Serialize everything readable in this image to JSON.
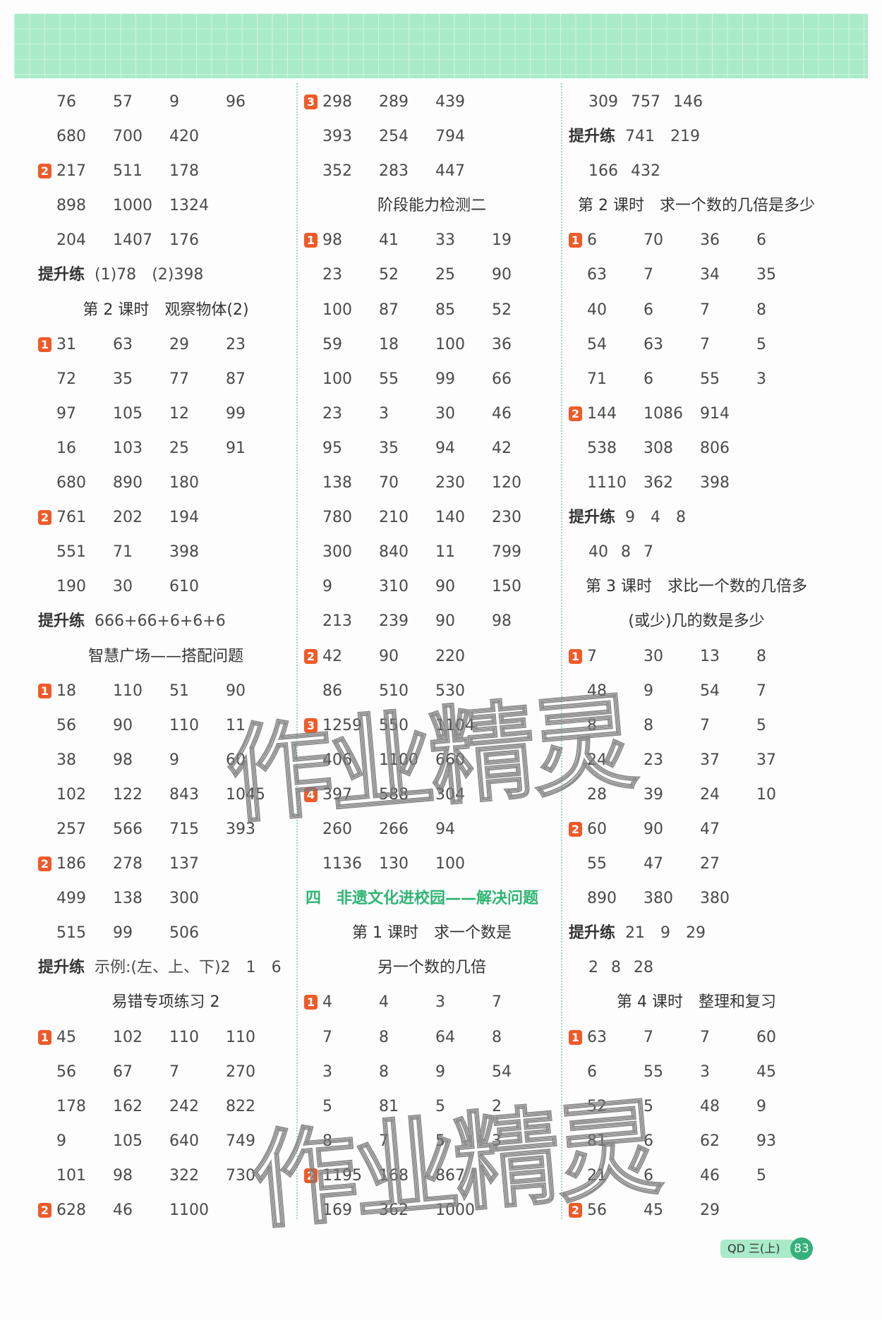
{
  "colors": {
    "header": "#a9ebc8",
    "badge": "#f05a28",
    "section": "#2fb573",
    "page_circle": "#35b07a"
  },
  "watermark": "作业精灵",
  "footer": {
    "tag": "QD 三(上)",
    "page": "83"
  },
  "columns": [
    {
      "rows": [
        {
          "type": "nums",
          "values": [
            "76",
            "57",
            "9",
            "96"
          ]
        },
        {
          "type": "nums",
          "values": [
            "680",
            "700",
            "420"
          ]
        },
        {
          "type": "nums",
          "badge": "2",
          "values": [
            "217",
            "511",
            "178"
          ]
        },
        {
          "type": "nums",
          "values": [
            "898",
            "1000",
            "1324"
          ]
        },
        {
          "type": "nums",
          "values": [
            "204",
            "1407",
            "176"
          ]
        },
        {
          "type": "tisheng",
          "label": "提升练",
          "values": [
            "(1)78",
            "(2)398"
          ]
        },
        {
          "type": "title",
          "text": "第 2 课时　观察物体(2)"
        },
        {
          "type": "nums",
          "badge": "1",
          "values": [
            "31",
            "63",
            "29",
            "23"
          ]
        },
        {
          "type": "nums",
          "values": [
            "72",
            "35",
            "77",
            "87"
          ]
        },
        {
          "type": "nums",
          "values": [
            "97",
            "105",
            "12",
            "99"
          ]
        },
        {
          "type": "nums",
          "values": [
            "16",
            "103",
            "25",
            "91"
          ]
        },
        {
          "type": "nums",
          "values": [
            "680",
            "890",
            "180"
          ]
        },
        {
          "type": "nums",
          "badge": "2",
          "values": [
            "761",
            "202",
            "194"
          ]
        },
        {
          "type": "nums",
          "values": [
            "551",
            "71",
            "398"
          ]
        },
        {
          "type": "nums",
          "values": [
            "190",
            "30",
            "610"
          ]
        },
        {
          "type": "tisheng",
          "label": "提升练",
          "values": [
            "666+66+6+6+6"
          ]
        },
        {
          "type": "title",
          "text": "智慧广场——搭配问题"
        },
        {
          "type": "nums",
          "badge": "1",
          "values": [
            "18",
            "110",
            "51",
            "90"
          ]
        },
        {
          "type": "nums",
          "values": [
            "56",
            "90",
            "110",
            "11"
          ]
        },
        {
          "type": "nums",
          "values": [
            "38",
            "98",
            "9",
            "60"
          ]
        },
        {
          "type": "nums",
          "values": [
            "102",
            "122",
            "843",
            "1045"
          ]
        },
        {
          "type": "nums",
          "values": [
            "257",
            "566",
            "715",
            "393"
          ]
        },
        {
          "type": "nums",
          "badge": "2",
          "values": [
            "186",
            "278",
            "137"
          ]
        },
        {
          "type": "nums",
          "values": [
            "499",
            "138",
            "300"
          ]
        },
        {
          "type": "nums",
          "values": [
            "515",
            "99",
            "506"
          ]
        },
        {
          "type": "tisheng",
          "label": "提升练",
          "values": [
            "示例:(左、上、下)2",
            "1",
            "6"
          ]
        },
        {
          "type": "title",
          "text": "易错专项练习 2"
        },
        {
          "type": "nums",
          "badge": "1",
          "values": [
            "45",
            "102",
            "110",
            "110"
          ]
        },
        {
          "type": "nums",
          "values": [
            "56",
            "67",
            "7",
            "270"
          ]
        },
        {
          "type": "nums",
          "values": [
            "178",
            "162",
            "242",
            "822"
          ]
        },
        {
          "type": "nums",
          "values": [
            "9",
            "105",
            "640",
            "749"
          ]
        },
        {
          "type": "nums",
          "values": [
            "101",
            "98",
            "322",
            "730"
          ]
        },
        {
          "type": "nums",
          "badge": "2",
          "values": [
            "628",
            "46",
            "1100"
          ]
        }
      ]
    },
    {
      "rows": [
        {
          "type": "nums",
          "badge": "3",
          "values": [
            "298",
            "289",
            "439"
          ]
        },
        {
          "type": "nums",
          "values": [
            "393",
            "254",
            "794"
          ]
        },
        {
          "type": "nums",
          "values": [
            "352",
            "283",
            "447"
          ]
        },
        {
          "type": "title",
          "text": "阶段能力检测二"
        },
        {
          "type": "nums",
          "badge": "1",
          "values": [
            "98",
            "41",
            "33",
            "19"
          ]
        },
        {
          "type": "nums",
          "values": [
            "23",
            "52",
            "25",
            "90"
          ]
        },
        {
          "type": "nums",
          "values": [
            "100",
            "87",
            "85",
            "52"
          ]
        },
        {
          "type": "nums",
          "values": [
            "59",
            "18",
            "100",
            "36"
          ]
        },
        {
          "type": "nums",
          "values": [
            "100",
            "55",
            "99",
            "66"
          ]
        },
        {
          "type": "nums",
          "values": [
            "23",
            "3",
            "30",
            "46"
          ]
        },
        {
          "type": "nums",
          "values": [
            "95",
            "35",
            "94",
            "42"
          ]
        },
        {
          "type": "nums",
          "values": [
            "138",
            "70",
            "230",
            "120"
          ]
        },
        {
          "type": "nums",
          "values": [
            "780",
            "210",
            "140",
            "230"
          ]
        },
        {
          "type": "nums",
          "values": [
            "300",
            "840",
            "11",
            "799"
          ]
        },
        {
          "type": "nums",
          "values": [
            "9",
            "310",
            "90",
            "150"
          ]
        },
        {
          "type": "nums",
          "values": [
            "213",
            "239",
            "90",
            "98"
          ]
        },
        {
          "type": "nums",
          "badge": "2",
          "values": [
            "42",
            "90",
            "220"
          ]
        },
        {
          "type": "nums",
          "values": [
            "86",
            "510",
            "530"
          ]
        },
        {
          "type": "nums",
          "badge": "3",
          "values": [
            "1259",
            "550",
            "1104"
          ]
        },
        {
          "type": "nums",
          "values": [
            "406",
            "1100",
            "660"
          ]
        },
        {
          "type": "nums",
          "badge": "4",
          "values": [
            "397",
            "588",
            "304"
          ]
        },
        {
          "type": "nums",
          "values": [
            "260",
            "266",
            "94"
          ]
        },
        {
          "type": "nums",
          "values": [
            "1136",
            "130",
            "100"
          ]
        },
        {
          "type": "section",
          "text": "四　非遗文化进校园——解决问题"
        },
        {
          "type": "title",
          "text": "第 1 课时　求一个数是"
        },
        {
          "type": "title",
          "text": "另一个数的几倍"
        },
        {
          "type": "nums",
          "badge": "1",
          "values": [
            "4",
            "4",
            "3",
            "7"
          ]
        },
        {
          "type": "nums",
          "values": [
            "7",
            "8",
            "64",
            "8"
          ]
        },
        {
          "type": "nums",
          "values": [
            "3",
            "8",
            "9",
            "54"
          ]
        },
        {
          "type": "nums",
          "values": [
            "5",
            "81",
            "5",
            "2"
          ]
        },
        {
          "type": "nums",
          "values": [
            "8",
            "7",
            "5",
            "3"
          ]
        },
        {
          "type": "nums",
          "badge": "2",
          "values": [
            "1195",
            "168",
            "867"
          ]
        },
        {
          "type": "nums",
          "values": [
            "169",
            "362",
            "1000"
          ]
        }
      ]
    },
    {
      "rows": [
        {
          "type": "inline",
          "values": [
            "309",
            "757",
            "146"
          ]
        },
        {
          "type": "tisheng",
          "label": "提升练",
          "values": [
            "741",
            "219"
          ]
        },
        {
          "type": "inline",
          "values": [
            "166",
            "432"
          ]
        },
        {
          "type": "title",
          "text": "第 2 课时　求一个数的几倍是多少"
        },
        {
          "type": "nums",
          "badge": "1",
          "values": [
            "6",
            "70",
            "36",
            "6"
          ]
        },
        {
          "type": "nums",
          "values": [
            "63",
            "7",
            "34",
            "35"
          ]
        },
        {
          "type": "nums",
          "values": [
            "40",
            "6",
            "7",
            "8"
          ]
        },
        {
          "type": "nums",
          "values": [
            "54",
            "63",
            "7",
            "5"
          ]
        },
        {
          "type": "nums",
          "values": [
            "71",
            "6",
            "55",
            "3"
          ]
        },
        {
          "type": "nums",
          "badge": "2",
          "values": [
            "144",
            "1086",
            "914"
          ]
        },
        {
          "type": "nums",
          "values": [
            "538",
            "308",
            "806"
          ]
        },
        {
          "type": "nums",
          "values": [
            "1110",
            "362",
            "398"
          ]
        },
        {
          "type": "tisheng",
          "label": "提升练",
          "values": [
            "9",
            "4",
            "8"
          ]
        },
        {
          "type": "inline",
          "values": [
            "40",
            "8",
            "7"
          ]
        },
        {
          "type": "title",
          "text": "第 3 课时　求比一个数的几倍多"
        },
        {
          "type": "title",
          "text": "(或少)几的数是多少"
        },
        {
          "type": "nums",
          "badge": "1",
          "values": [
            "7",
            "30",
            "13",
            "8"
          ]
        },
        {
          "type": "nums",
          "values": [
            "48",
            "9",
            "54",
            "7"
          ]
        },
        {
          "type": "nums",
          "values": [
            "8",
            "8",
            "7",
            "5"
          ]
        },
        {
          "type": "nums",
          "values": [
            "24",
            "23",
            "37",
            "37"
          ]
        },
        {
          "type": "nums",
          "values": [
            "28",
            "39",
            "24",
            "10"
          ]
        },
        {
          "type": "nums",
          "badge": "2",
          "values": [
            "60",
            "90",
            "47"
          ]
        },
        {
          "type": "nums",
          "values": [
            "55",
            "47",
            "27"
          ]
        },
        {
          "type": "nums",
          "values": [
            "890",
            "380",
            "380"
          ]
        },
        {
          "type": "tisheng",
          "label": "提升练",
          "values": [
            "21",
            "9",
            "29"
          ]
        },
        {
          "type": "inline",
          "values": [
            "2",
            "8",
            "28"
          ]
        },
        {
          "type": "title",
          "text": "第 4 课时　整理和复习"
        },
        {
          "type": "nums",
          "badge": "1",
          "values": [
            "63",
            "7",
            "7",
            "60"
          ]
        },
        {
          "type": "nums",
          "values": [
            "6",
            "55",
            "3",
            "45"
          ]
        },
        {
          "type": "nums",
          "values": [
            "52",
            "5",
            "48",
            "9"
          ]
        },
        {
          "type": "nums",
          "values": [
            "81",
            "6",
            "62",
            "93"
          ]
        },
        {
          "type": "nums",
          "values": [
            "21",
            "6",
            "46",
            "5"
          ]
        },
        {
          "type": "nums",
          "badge": "2",
          "values": [
            "56",
            "45",
            "29"
          ]
        }
      ]
    }
  ]
}
